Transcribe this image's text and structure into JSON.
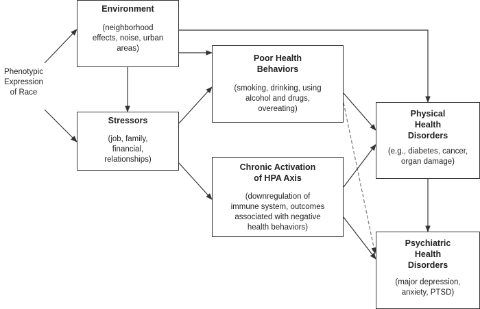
{
  "nodes": {
    "race": {
      "text": "Phenotypic\nExpression\nof Race"
    },
    "environment": {
      "title": "Environment",
      "desc": "(neighborhood\neffects, noise, urban\nareas)"
    },
    "stressors": {
      "title": "Stressors",
      "desc": "(job, family,\nfinancial,\nrelationships)"
    },
    "poor_health": {
      "title": "Poor Health\nBehaviors",
      "desc": "(smoking, drinking, using\nalcohol and drugs,\novereating)"
    },
    "hpa": {
      "title": "Chronic Activation\nof HPA Axis",
      "desc": "(downregulation of\nimmune system, outcomes\nassociated with negative\nhealth behaviors)"
    },
    "physical": {
      "title": "Physical\nHealth\nDisorders",
      "desc": "(e.g., diabetes, cancer,\norgan damage)"
    },
    "psychiatric": {
      "title": "Psychiatric\nHealth\nDisorders",
      "desc": "(major depression,\nanxiety, PTSD)"
    }
  },
  "edges": [
    {
      "from": "race",
      "to": "environment",
      "style": "solid"
    },
    {
      "from": "race",
      "to": "stressors",
      "style": "solid"
    },
    {
      "from": "environment",
      "to": "stressors",
      "style": "solid"
    },
    {
      "from": "environment",
      "to": "poor_health",
      "style": "solid"
    },
    {
      "from": "environment",
      "to": "physical",
      "style": "solid"
    },
    {
      "from": "stressors",
      "to": "poor_health",
      "style": "solid"
    },
    {
      "from": "stressors",
      "to": "hpa",
      "style": "solid"
    },
    {
      "from": "poor_health",
      "to": "physical",
      "style": "solid"
    },
    {
      "from": "poor_health",
      "to": "psychiatric",
      "style": "dashed"
    },
    {
      "from": "hpa",
      "to": "physical",
      "style": "solid"
    },
    {
      "from": "hpa",
      "to": "psychiatric",
      "style": "solid"
    },
    {
      "from": "physical",
      "to": "psychiatric",
      "style": "solid"
    }
  ],
  "colors": {
    "line": "#333333",
    "dashed": "#777777"
  }
}
